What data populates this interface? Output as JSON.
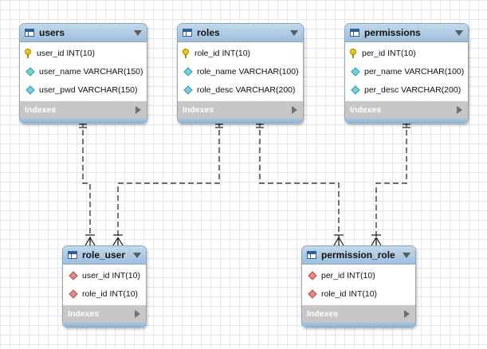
{
  "canvas": {
    "background": "#ffffff",
    "grid_color": "#e3e6ea"
  },
  "colors": {
    "header": "#a9c8e4",
    "border": "#8fa6bd",
    "indexes_band": "#c7c7c7",
    "key": "#e8c81c",
    "column_diamond": "#74d1de",
    "foreign_key_diamond": "#e58a8a"
  },
  "tables": {
    "users": {
      "title": "users",
      "columns": [
        {
          "label": "user_id INT(10)",
          "icon": "key-icon"
        },
        {
          "label": "user_name VARCHAR(150)",
          "icon": "diamond-icon"
        },
        {
          "label": "user_pwd VARCHAR(150)",
          "icon": "diamond-icon"
        }
      ],
      "indexes_label": "Indexes"
    },
    "roles": {
      "title": "roles",
      "columns": [
        {
          "label": "role_id INT(10)",
          "icon": "key-icon"
        },
        {
          "label": "role_name VARCHAR(100)",
          "icon": "diamond-icon"
        },
        {
          "label": "role_desc VARCHAR(200)",
          "icon": "diamond-icon"
        }
      ],
      "indexes_label": "Indexes"
    },
    "permissions": {
      "title": "permissions",
      "columns": [
        {
          "label": "per_id INT(10)",
          "icon": "key-icon"
        },
        {
          "label": "per_name VARCHAR(100)",
          "icon": "diamond-icon"
        },
        {
          "label": "per_desc VARCHAR(200)",
          "icon": "diamond-icon"
        }
      ],
      "indexes_label": "Indexes"
    },
    "role_user": {
      "title": "role_user",
      "columns": [
        {
          "label": "user_id INT(10)",
          "icon": "foreign-key-diamond-icon"
        },
        {
          "label": "role_id INT(10)",
          "icon": "foreign-key-diamond-icon"
        }
      ],
      "indexes_label": "Indexes"
    },
    "permission_role": {
      "title": "permission_role",
      "columns": [
        {
          "label": "per_id INT(10)",
          "icon": "foreign-key-diamond-icon"
        },
        {
          "label": "role_id INT(10)",
          "icon": "foreign-key-diamond-icon"
        }
      ],
      "indexes_label": "Indexes"
    }
  },
  "relationships": [
    {
      "from": "users",
      "to": "role_user",
      "from_cardinality": "one",
      "to_cardinality": "many"
    },
    {
      "from": "roles",
      "to": "role_user",
      "from_cardinality": "one",
      "to_cardinality": "many"
    },
    {
      "from": "roles",
      "to": "permission_role",
      "from_cardinality": "one",
      "to_cardinality": "many"
    },
    {
      "from": "permissions",
      "to": "permission_role",
      "from_cardinality": "one",
      "to_cardinality": "many"
    }
  ]
}
